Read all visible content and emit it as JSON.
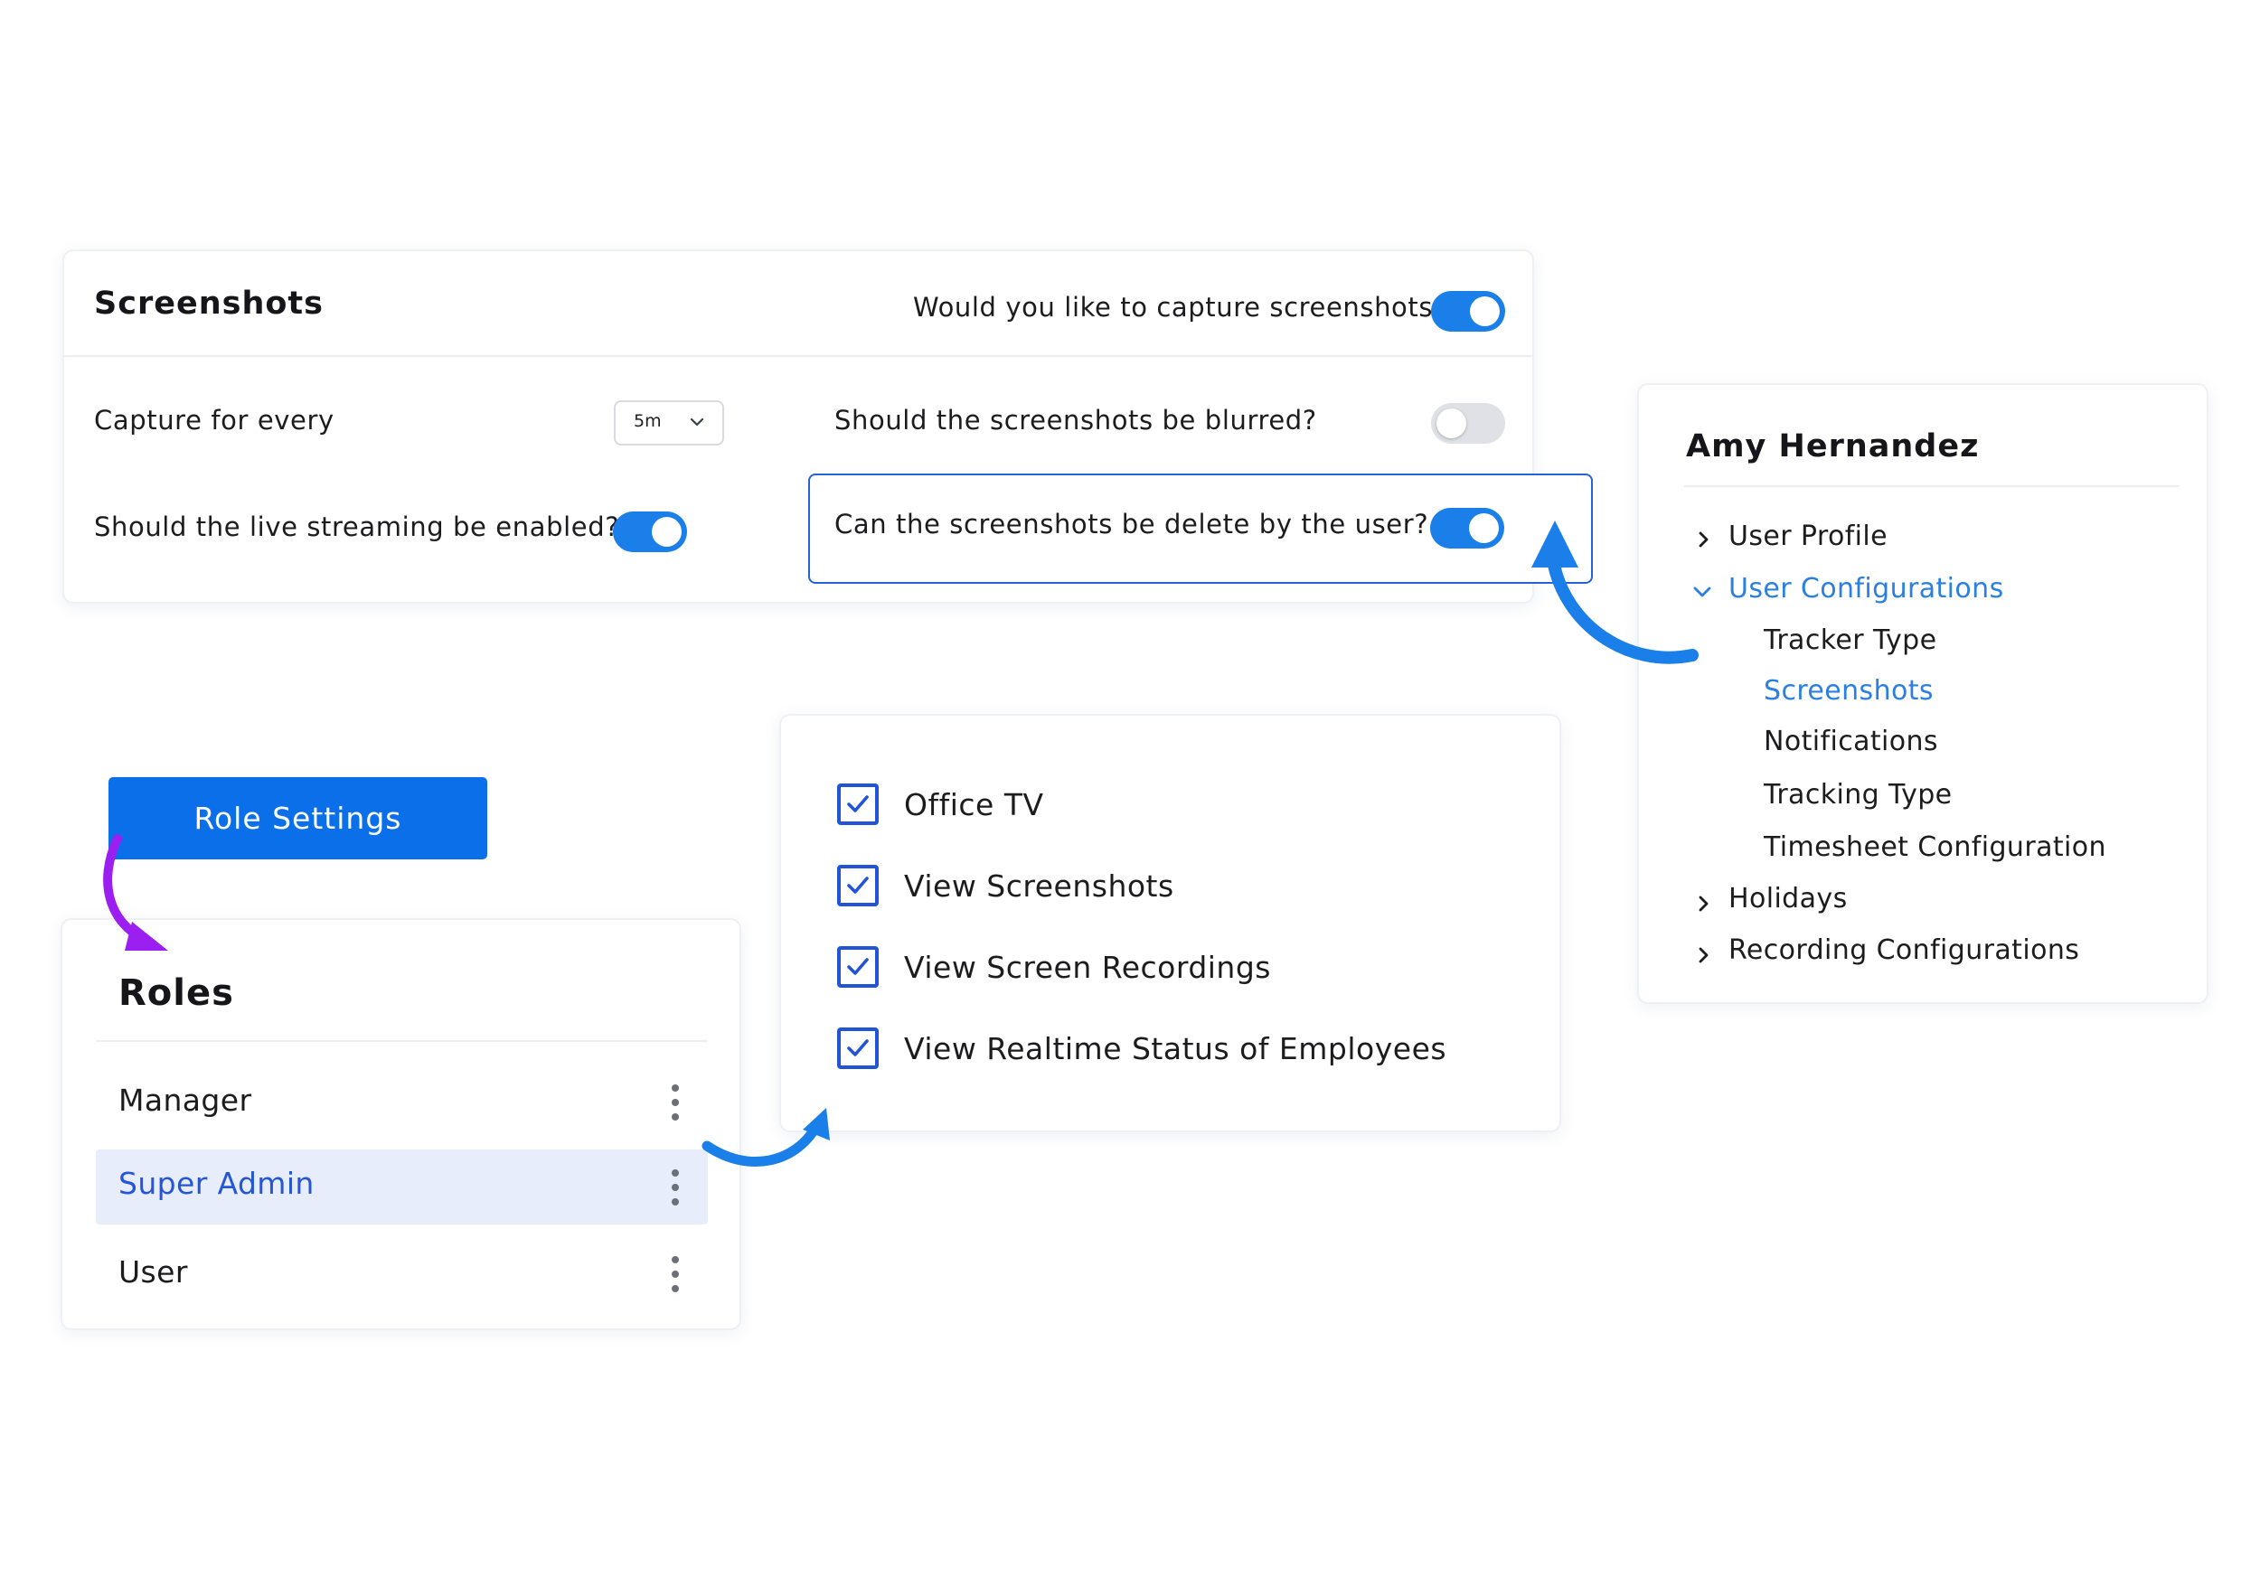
{
  "screenshots_card": {
    "title": "Screenshots",
    "capture_question": "Would you like to capture screenshots",
    "capture_enabled": true,
    "capture_interval_label": "Capture for every",
    "capture_interval_value": "5m",
    "blur_question": "Should the screenshots be blurred?",
    "blur_enabled": false,
    "live_stream_question": "Should the live streaming be enabled?",
    "live_stream_enabled": true,
    "delete_question": "Can the screenshots be delete by the user?",
    "delete_enabled": true
  },
  "user_panel": {
    "user_name": "Amy Hernandez",
    "menu": [
      {
        "label": "User Profile",
        "expanded": false
      },
      {
        "label": "User Configurations",
        "expanded": true,
        "children": [
          "Tracker Type",
          "Screenshots",
          "Notifications",
          "Tracking Type",
          "Timesheet Configuration"
        ],
        "active_child": "Screenshots"
      },
      {
        "label": "Holidays",
        "expanded": false
      },
      {
        "label": "Recording Configurations",
        "expanded": false
      }
    ]
  },
  "role_settings_button": "Role Settings",
  "roles": {
    "title": "Roles",
    "items": [
      "Manager",
      "Super Admin",
      "User"
    ],
    "selected": "Super Admin"
  },
  "permissions": [
    {
      "label": "Office TV",
      "checked": true
    },
    {
      "label": "View Screenshots",
      "checked": true
    },
    {
      "label": "View Screen Recordings",
      "checked": true
    },
    {
      "label": "View Realtime Status of Employees",
      "checked": true
    }
  ],
  "colors": {
    "accent_blue": "#1a7fe8",
    "button_blue": "#0a6fe8",
    "checkbox_blue": "#2154d6",
    "active_link": "#2a7fe0",
    "selected_row_bg": "#e8edfb",
    "purple_arrow": "#9a1ff0"
  },
  "icons": [
    "chevron-down-icon",
    "chevron-right-icon",
    "checkmark-icon",
    "kebab-menu-icon",
    "curved-arrow-icon"
  ]
}
